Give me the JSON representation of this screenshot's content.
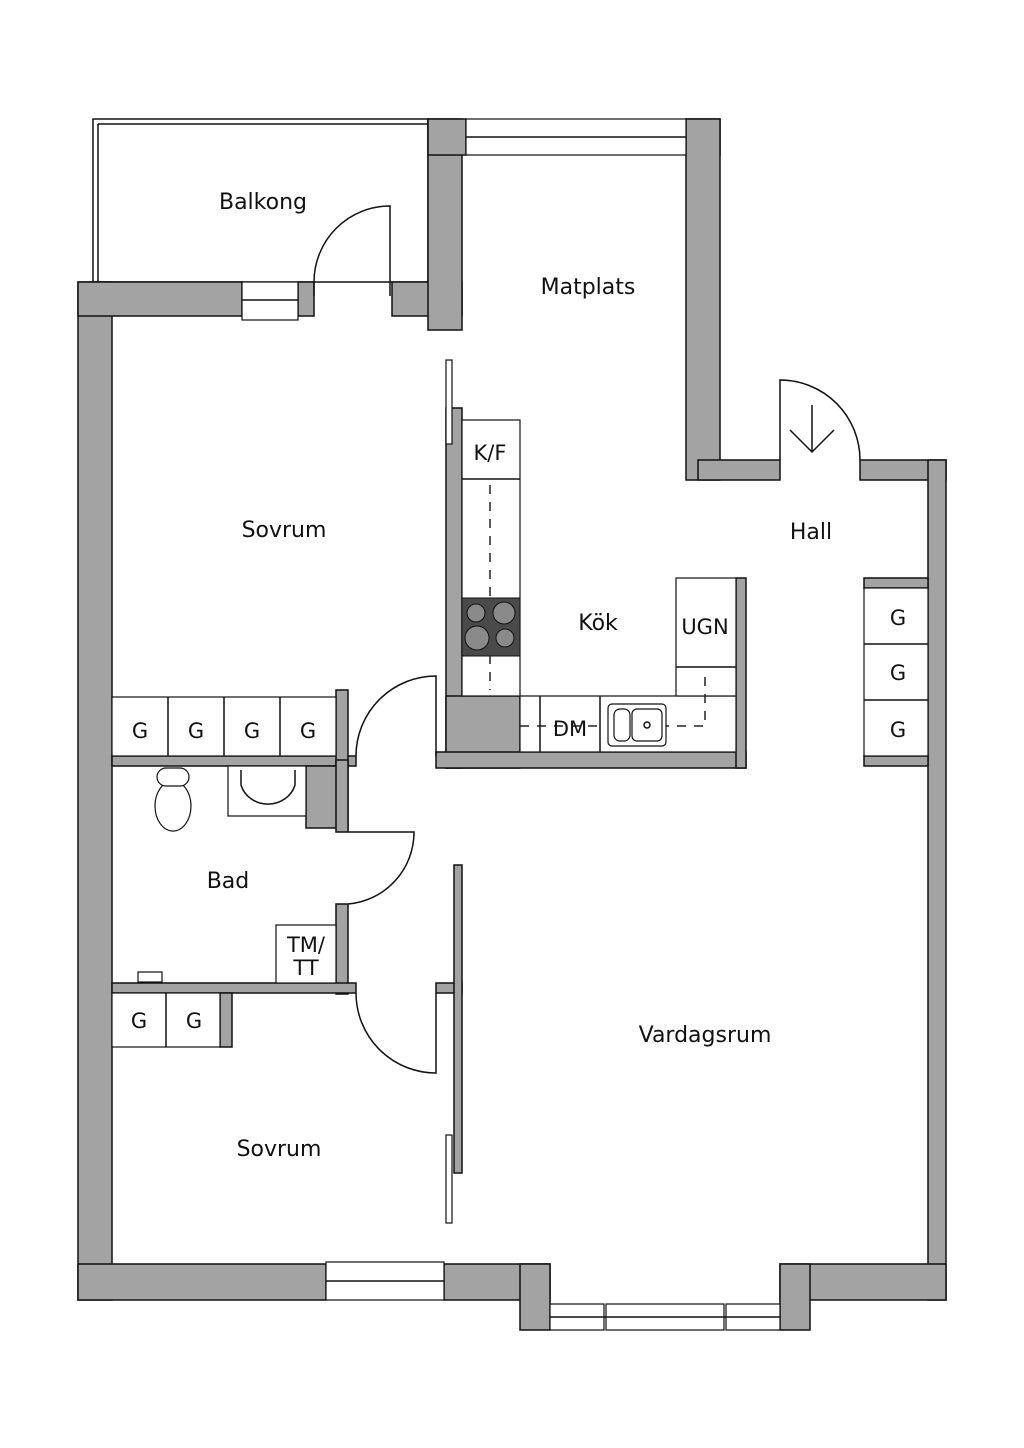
{
  "rooms": {
    "balkong": "Balkong",
    "matplats": "Matplats",
    "sovrum_top": "Sovrum",
    "kok": "Kök",
    "hall": "Hall",
    "bad": "Bad",
    "vardagsrum": "Vardagsrum",
    "sovrum_bottom": "Sovrum"
  },
  "fixtures": {
    "fridge_freezer": "K/F",
    "oven": "UGN",
    "dishwasher": "DM",
    "washer_dryer_line1": "TM/",
    "washer_dryer_line2": "TT",
    "wardrobe": "G"
  },
  "colors": {
    "wall": "#a3a3a3",
    "stove": "#4a4a4a"
  }
}
